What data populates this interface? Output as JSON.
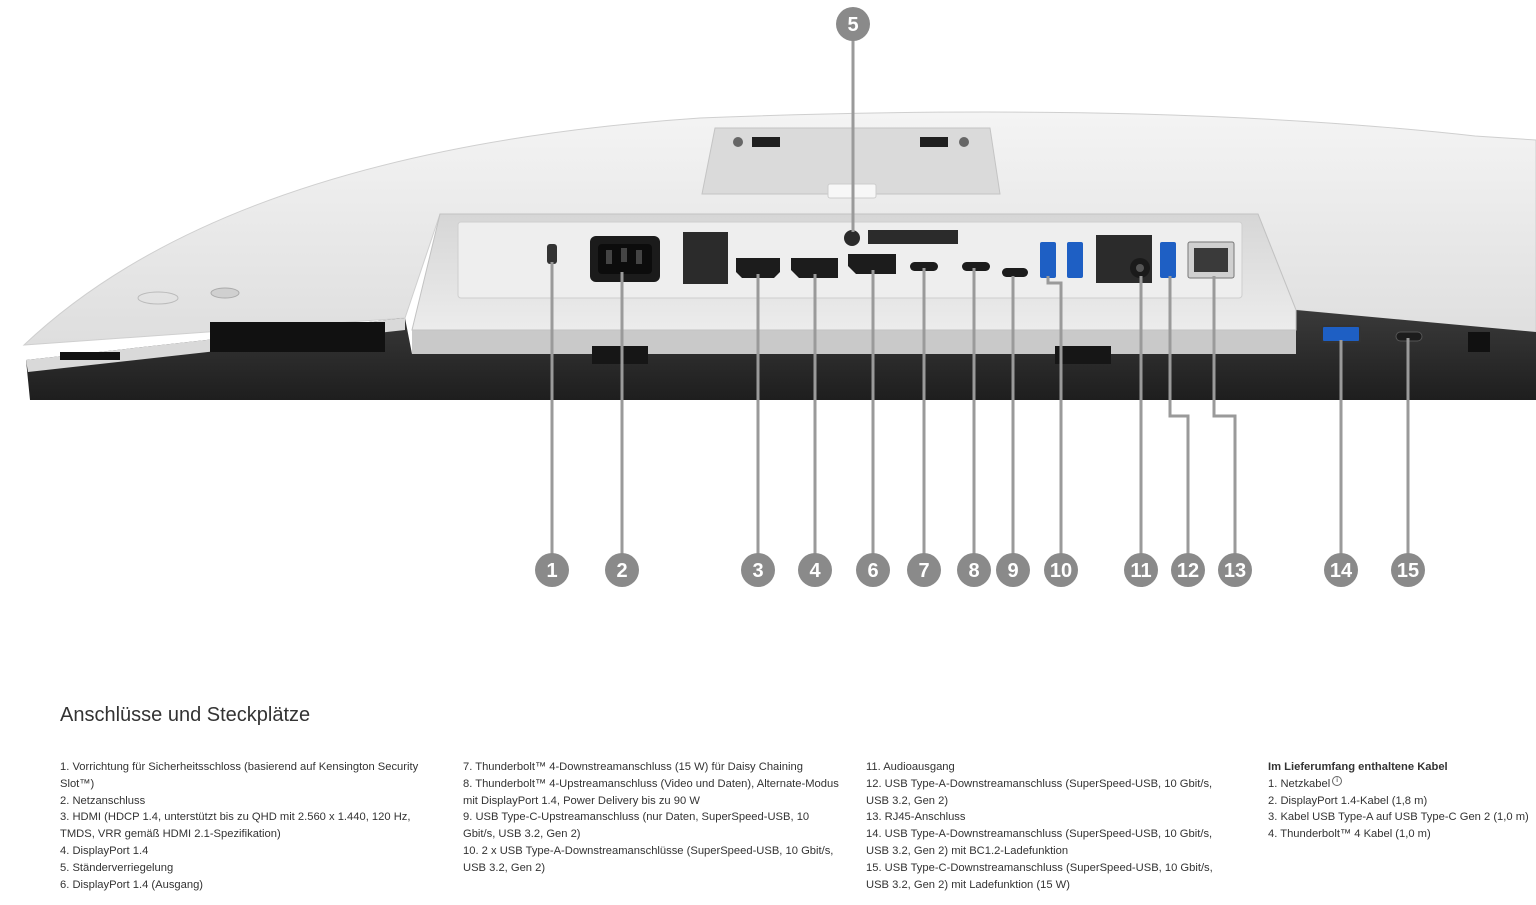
{
  "figure": {
    "callouts": [
      "1",
      "2",
      "3",
      "4",
      "5",
      "6",
      "7",
      "8",
      "9",
      "10",
      "11",
      "12",
      "13",
      "14",
      "15"
    ]
  },
  "section_title": "Anschlüsse und Steckplätze",
  "ports": [
    [
      "1. Vorrichtung für Sicherheitsschloss (basierend auf Kensington Security Slot™)",
      "2. Netzanschluss",
      "3. HDMI (HDCP 1.4, unterstützt bis zu QHD mit 2.560 x 1.440, 120 Hz, TMDS, VRR gemäß HDMI 2.1-Spezifikation)",
      "4. DisplayPort 1.4",
      "5. Ständerverriegelung",
      "6. DisplayPort 1.4 (Ausgang)"
    ],
    [
      "7. Thunderbolt™ 4-Downstreamanschluss (15 W) für Daisy Chaining",
      "8. Thunderbolt™ 4-Upstreamanschluss (Video und Daten), Alternate-Modus mit DisplayPort 1.4, Power Delivery bis zu 90 W",
      "9. USB Type-C-Upstreamanschluss (nur Daten, SuperSpeed-USB, 10 Gbit/s, USB 3.2, Gen 2)",
      "10. 2 x USB Type-A-Downstreamanschlüsse (SuperSpeed-USB, 10 Gbit/s, USB 3.2, Gen 2)"
    ],
    [
      "11. Audioausgang",
      "12. USB Type-A-Downstreamanschluss (SuperSpeed-USB, 10 Gbit/s, USB 3.2, Gen 2)",
      "13. RJ45-Anschluss",
      "14. USB Type-A-Downstreamanschluss (SuperSpeed-USB, 10 Gbit/s, USB 3.2, Gen 2) mit BC1.2-Ladefunktion",
      "15. USB Type-C-Downstreamanschluss (SuperSpeed-USB, 10 Gbit/s, USB 3.2, Gen 2) mit Ladefunktion (15 W)"
    ]
  ],
  "cables": {
    "title": "Im Lieferumfang enthaltene Kabel",
    "items": [
      "1. Netzkabel",
      "2. DisplayPort 1.4-Kabel (1,8 m)",
      "3. Kabel USB Type-A auf USB Type-C Gen 2 (1,0 m)",
      "4. Thunderbolt™ 4 Kabel (1,0 m)"
    ]
  },
  "colors": {
    "badge": "#8a8a8a",
    "chassis": "#e8e8e8",
    "bezel_dark": "#2d2d2d",
    "usb_blue": "#2f6fd0"
  }
}
